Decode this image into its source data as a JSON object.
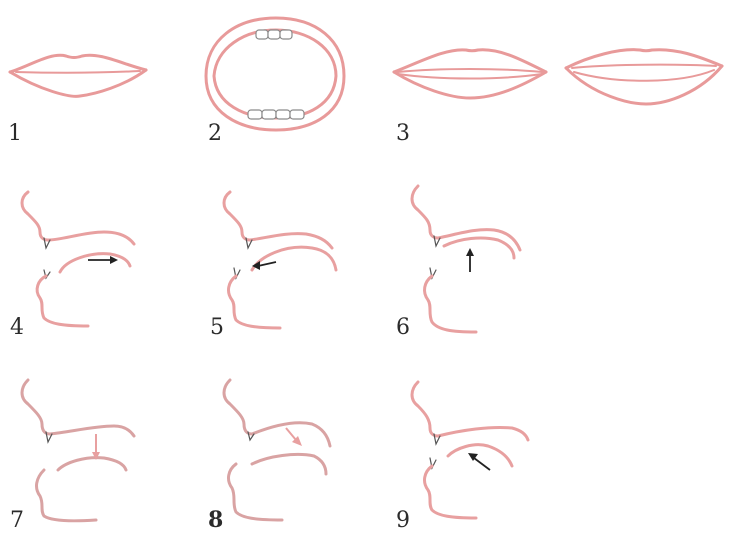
{
  "labels": {
    "fig1": "1",
    "fig2": "2",
    "fig3": "3",
    "fig4": "4",
    "fig5": "5",
    "fig6": "6",
    "fig7": "7",
    "fig8": "8",
    "fig9": "9"
  },
  "colors": {
    "lip_pink": "#e89a9a",
    "profile_pink": "#e8a0a0",
    "arrow_dark": "#222222",
    "label_text": "#2b2b2b"
  }
}
